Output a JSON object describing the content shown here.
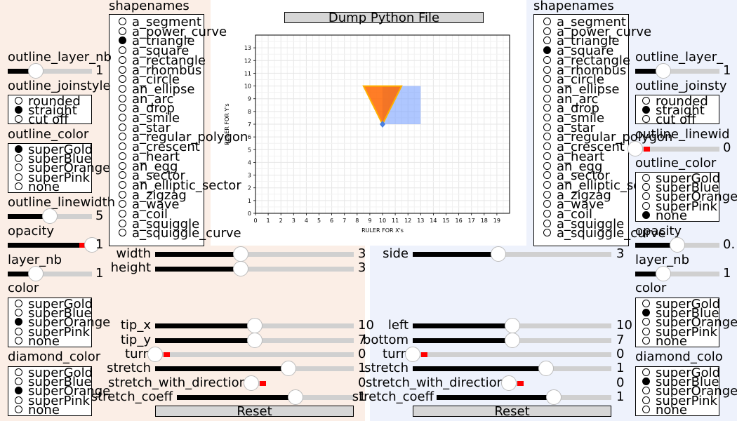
{
  "button_labels": {
    "dump": "Dump Python File",
    "reset": "Reset"
  },
  "colors": {
    "pink_bg": "#fbeee6",
    "blue_bg": "#eef2fc",
    "triangle": "#ff6600",
    "square": "#7aa2ff",
    "slider_red": "#ff0000"
  },
  "shapenames": {
    "title": "shapenames",
    "items": [
      "a_segment",
      "a_power_curve",
      "a_triangle",
      "a_square",
      "a_rectangle",
      "a_rhombus",
      "a_circle",
      "an_ellipse",
      "an_arc",
      "a_drop",
      "a_smile",
      "a_star",
      "a_regular_polygon",
      "a_crescent",
      "a_heart",
      "an_egg",
      "a_sector",
      "an_elliptic_sector",
      "a_zigzag",
      "a_wave",
      "a_coil",
      "a_squiggle",
      "a_squiggle_curve"
    ],
    "left_selected": "a_triangle",
    "right_selected": "a_square"
  },
  "left_panel": {
    "outline_layer_nb": {
      "label": "outline_layer_nb",
      "value": "1",
      "fraction": 0.33
    },
    "outline_joinstyle": {
      "label": "outline_joinstyle",
      "options": [
        "rounded",
        "straight",
        "cut off"
      ],
      "selected": "straight"
    },
    "outline_color": {
      "label": "outline_color",
      "options": [
        "superGold",
        "superBlue",
        "superOrange",
        "superPink",
        "none"
      ],
      "selected": "superGold"
    },
    "outline_linewidth": {
      "label": "outline_linewidth",
      "value": "5",
      "fraction": 0.5
    },
    "opacity": {
      "label": "opacity",
      "value": "1",
      "fraction": 1.0
    },
    "layer_nb": {
      "label": "layer_nb",
      "value": "1",
      "fraction": 0.33
    },
    "color": {
      "label": "color",
      "options": [
        "superGold",
        "superBlue",
        "superOrange",
        "superPink",
        "none"
      ],
      "selected": "superOrange"
    },
    "diamond_color": {
      "label": "diamond_color",
      "options": [
        "superGold",
        "superBlue",
        "superOrange",
        "superPink",
        "none"
      ],
      "selected": "superOrange"
    }
  },
  "right_panel": {
    "outline_layer_nb": {
      "label": "outline_layer_",
      "value": "1",
      "fraction": 0.33
    },
    "outline_joinstyle": {
      "label": "outline_joinsty",
      "options": [
        "rounded",
        "straight",
        "cut off"
      ],
      "selected": "straight"
    },
    "outline_linewidth": {
      "label": "outline_linewid",
      "value": "0",
      "fraction": 0.0
    },
    "outline_color": {
      "label": "outline_color",
      "options": [
        "superGold",
        "superBlue",
        "superOrange",
        "superPink",
        "none"
      ],
      "selected": "none"
    },
    "opacity": {
      "label": "opacity",
      "value": "0.",
      "fraction": 0.5
    },
    "layer_nb": {
      "label": "layer_nb",
      "value": "1",
      "fraction": 0.33
    },
    "color": {
      "label": "color",
      "options": [
        "superGold",
        "superBlue",
        "superOrange",
        "superPink",
        "none"
      ],
      "selected": "superBlue"
    },
    "diamond_color": {
      "label": "diamond_colo",
      "options": [
        "superGold",
        "superBlue",
        "superOrange",
        "superPink",
        "none"
      ],
      "selected": "superBlue"
    }
  },
  "triangle_sliders": {
    "width": {
      "label": "width",
      "value": "3",
      "fraction": 0.43
    },
    "height": {
      "label": "height",
      "value": "3",
      "fraction": 0.43
    },
    "tip_x": {
      "label": "tip_x",
      "value": "10",
      "fraction": 0.5
    },
    "tip_y": {
      "label": "tip_y",
      "value": "7",
      "fraction": 0.5
    },
    "turn": {
      "label": "turn",
      "value": "0",
      "fraction": 0.0
    },
    "stretch": {
      "label": "stretch",
      "value": "1",
      "fraction": 0.67
    },
    "stretch_with_direction": {
      "label": "stretch_with_direction",
      "value": "0",
      "fraction": 0.0
    },
    "stretch_coeff": {
      "label": "stretch_coeff",
      "value": "1",
      "fraction": 0.67
    }
  },
  "square_sliders": {
    "side": {
      "label": "side",
      "value": "3",
      "fraction": 0.43
    },
    "left": {
      "label": "left",
      "value": "10",
      "fraction": 0.5
    },
    "bottom": {
      "label": "bottom",
      "value": "7",
      "fraction": 0.5
    },
    "turn": {
      "label": "turn",
      "value": "0",
      "fraction": 0.0
    },
    "stretch": {
      "label": "stretch",
      "value": "1",
      "fraction": 0.67
    },
    "stretch_with_direction": {
      "label": "stretch_with_direction",
      "value": "0",
      "fraction": 0.0
    },
    "stretch_coeff": {
      "label": "stretch_coeff",
      "value": "1",
      "fraction": 0.67
    }
  },
  "chart_data": {
    "type": "scatter",
    "xlabel": "RULER FOR X's",
    "ylabel": "RULER FOR Y's",
    "xlim": [
      0,
      20
    ],
    "ylim": [
      0,
      14
    ],
    "xticks": [
      "0",
      "1",
      "2",
      "3",
      "4",
      "5",
      "6",
      "7",
      "8",
      "9",
      "10",
      "11",
      "12",
      "13",
      "14",
      "15",
      "16",
      "17",
      "18",
      "19"
    ],
    "yticks": [
      "0",
      "1",
      "2",
      "3",
      "4",
      "5",
      "6",
      "7",
      "8",
      "9",
      "10",
      "11",
      "12",
      "13"
    ],
    "grid": true,
    "shapes": [
      {
        "kind": "triangle",
        "tip": [
          10,
          7
        ],
        "width": 3,
        "height": 3,
        "color": "#ff6600"
      },
      {
        "kind": "square",
        "left": 10,
        "bottom": 7,
        "side": 3,
        "color": "#7aa2ff"
      }
    ]
  }
}
